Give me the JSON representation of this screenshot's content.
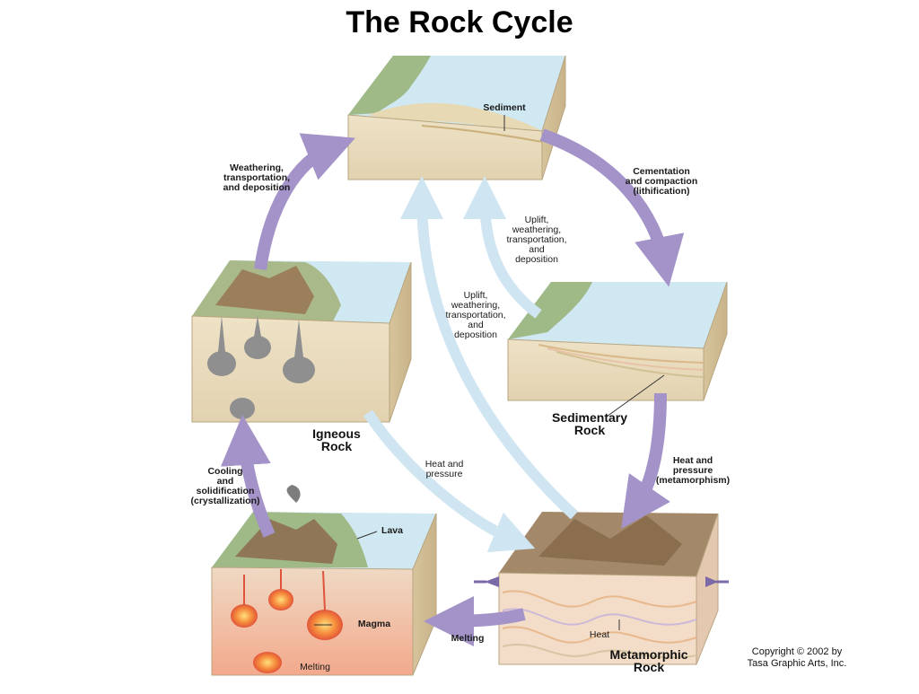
{
  "title": "The Rock Cycle",
  "labels": {
    "sediment": "Sediment",
    "weathering_top": "Weathering,\ntransportation,\nand deposition",
    "cementation": "Cementation\nand compaction\n(lithification)",
    "uplift_right": "Uplift,\nweathering,\ntransportation,\nand\ndeposition",
    "uplift_center": "Uplift,\nweathering,\ntransportation,\nand\ndeposition",
    "igneous_rock": "Igneous\nRock",
    "sedimentary_rock": "Sedimentary\nRock",
    "heat_pressure_center": "Heat and\npressure",
    "heat_pressure_meta": "Heat and\npressure\n(metamorphism)",
    "cooling": "Cooling\nand\nsolidification\n(crystallization)",
    "lava": "Lava",
    "magma": "Magma",
    "melting_arrow": "Melting",
    "melting_bottom": "Melting",
    "heat": "Heat",
    "metamorphic_rock": "Metamorphic\nRock",
    "copyright": "Copyright © 2002 by\nTasa Graphic Arts, Inc."
  },
  "colors": {
    "process_arrow": "#a393c9",
    "uplift_arrow": "#cfe5f2",
    "rock_face": "#e9dcc0",
    "water": "#cfe8f1",
    "magma": "#ef7a3a"
  }
}
